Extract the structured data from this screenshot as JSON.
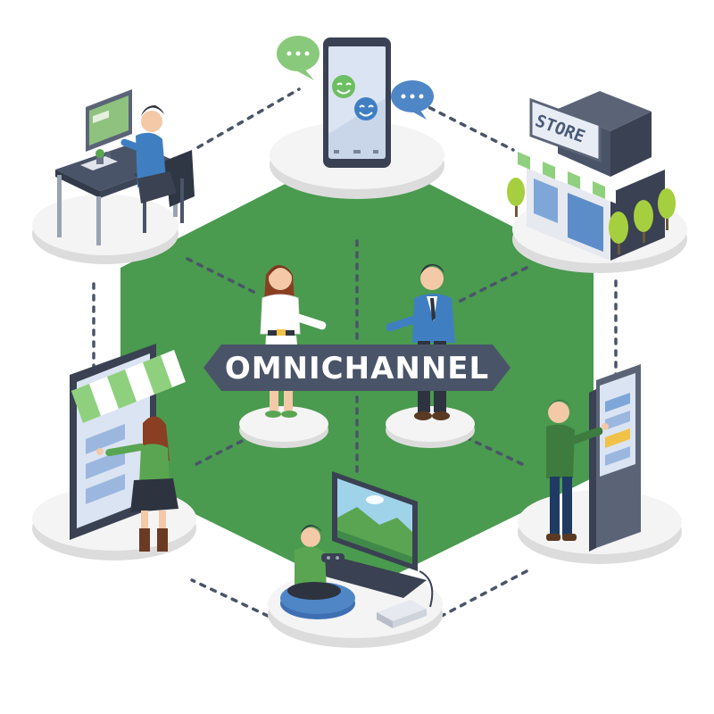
{
  "center_label": "OMNICHANNEL",
  "store_sign": "STORE",
  "colors": {
    "hexagon_green": "#4a9a4f",
    "banner_dark": "#4a5468",
    "dotted_line": "#4a5468",
    "platform_top": "#f4f4f4",
    "platform_side": "#dcdcdc",
    "accent_green": "#5aa552",
    "shirt_blue": "#3f7fc1",
    "bubble_green": "#89c97b",
    "bubble_blue": "#4f86c6"
  },
  "nodes": [
    {
      "id": "desktop",
      "icon": "desktop-computer-user-icon"
    },
    {
      "id": "mobile",
      "icon": "smartphone-chat-icon"
    },
    {
      "id": "store",
      "icon": "retail-store-icon"
    },
    {
      "id": "tablet",
      "icon": "tablet-shop-icon"
    },
    {
      "id": "gaming",
      "icon": "tv-gaming-icon"
    },
    {
      "id": "kiosk",
      "icon": "self-service-kiosk-icon"
    }
  ]
}
